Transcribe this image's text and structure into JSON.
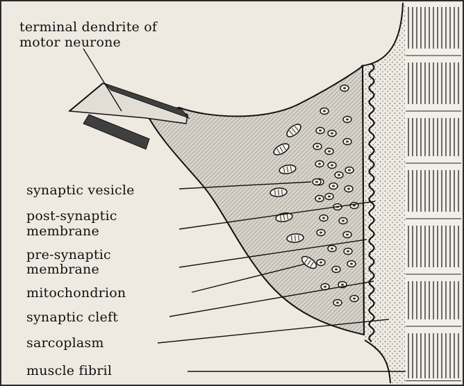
{
  "labels": {
    "terminal_line1": "terminal dendrite of",
    "terminal_line2": "motor neurone",
    "synaptic_vesicle": "synaptic vesicle",
    "post_line1": "post-synaptic",
    "post_line2": "membrane",
    "pre_line1": "pre-synaptic",
    "pre_line2": "membrane",
    "mitochondrion": "mitochondrion",
    "synaptic_cleft": "synaptic cleft",
    "sarcoplasm": "sarcoplasm",
    "muscle_fibril": "muscle fibril"
  },
  "colors": {
    "background": "#eeeae2",
    "terminal_fill": "#d6d2c9",
    "sheath": "#4a4a4a",
    "ink": "#111111"
  }
}
